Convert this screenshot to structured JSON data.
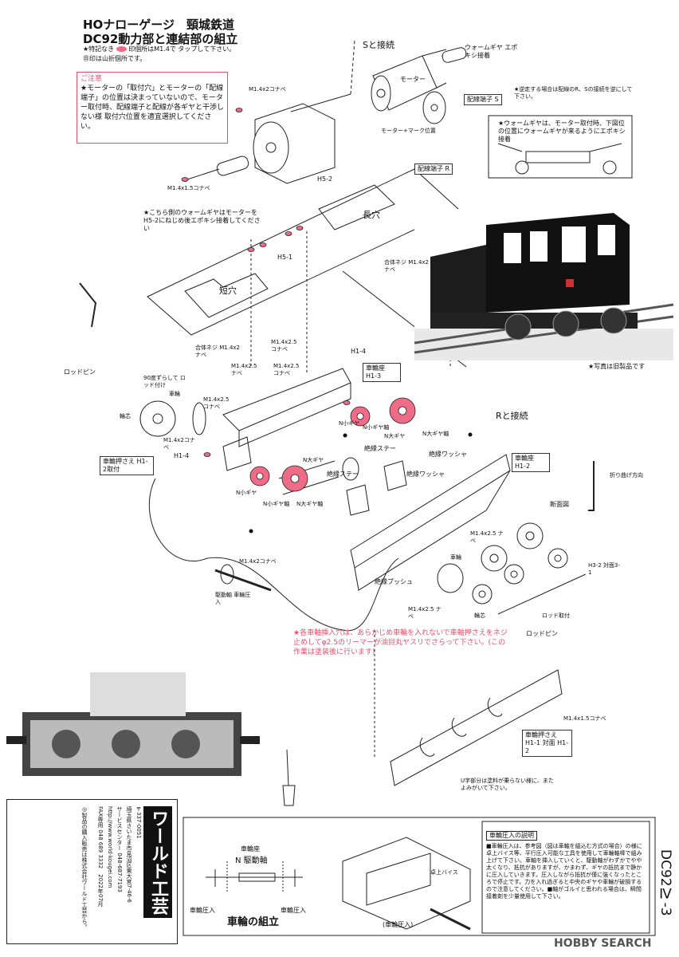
{
  "title": {
    "line1": "HOナローゲージ　頸城鉄道",
    "line2": "DC92動力部と連結部の組立"
  },
  "notes": {
    "tap_pre": "★特記なき",
    "tap_post": "印個所はM1.4で タップして下さい。",
    "yama_fold": "㊐印は山折個所です。",
    "caution_title": "ご注意",
    "caution_body": "★モーターの「取付穴」とモーターの「配線端子」の位置は決まっていないので、モーター取付時、配線端子と配線が各ギヤと干渉しない様 取付穴位置を適宜選択してください。",
    "reverse": "★逆走する場合は配線のR、Sの接続を逆にして下さい。",
    "worm_box": "★ウォームギヤは、モーター取付時、下図位の位置にウォームギヤが来るようにエポキシ接着",
    "worm_side": "★こちら側のウォームギヤはモーターをH5-2にねじめ後エポキシ接着してください",
    "photo_note": "★写真は旧製品です",
    "axle_note": "★各車軸挿入穴は、あらかじめ車輪を入れないで車軸押さえをネジ止めしてφ2.5のリーマーが油目丸ヤスリでさらって下さい。(この作業は塗装後に行います)",
    "u_note": "U字部分は塗料が乗らない様に、またよみがいて下さい。"
  },
  "labels": {
    "s_connect": "Sと接続",
    "r_connect": "Rと接続",
    "worm_gear": "ウォームギヤ エポキシ接着",
    "motor": "モーター",
    "terminal_s": "配線端子 S",
    "terminal_r": "配線端子 R",
    "motor_mark": "モーター+マーク位置",
    "m14x2": "M1.4x2コナベ",
    "m14x15": "M1.4x1.5コナベ",
    "h52": "H5-2",
    "h51": "H5-1",
    "long_hole": "長穴",
    "short_hole": "短穴",
    "combined_screw": "合体ネジ M1.4x2ナベ",
    "m14x25": "M1.4x2.5 コナベ",
    "m14x25n": "M1.4x2.5 ナベ",
    "h14": "H1-4",
    "h13": "H1-3",
    "wheel_seat_h13": "車輪座 H1-3",
    "wheel_seat_h12": "車輪座 H1-2",
    "rod_pin": "ロッドピン",
    "rotate": "90度ずらして ロッド付け",
    "wheel": "車輪",
    "boss": "輪芯",
    "wheel_holder": "車輪押さえ H1-2取付",
    "n_gear_big": "N大ギヤ",
    "n_gear_small": "N小ギヤ",
    "n_gear_small_axle": "N小ギヤ軸",
    "n_gear_big_axle": "N大ギヤ軸",
    "insul_stay": "絶縁ステー",
    "insul_washer": "絶縁ワッシャ",
    "insul_bush": "絶縁ブッシュ",
    "fold_dir": "折り曲げ方向",
    "section": "断面図",
    "h32": "H3-2 対面3-1",
    "rod_attach": "ロッド取付",
    "drive_axle": "駆動軸 車輪圧入",
    "wheel_holder_b": "車輪押さえ H1-1 対面 H1-2"
  },
  "bottom": {
    "assembly_title": "車輪の組立",
    "wheel_seat": "車輪座",
    "n_drive": "N 駆動軸",
    "press_in": "車輪圧入",
    "vise_label": "(車輪圧入)",
    "vise": "卓上バイス",
    "explain_title": "車輪圧入の説明",
    "explain_body": "■車輪圧入は、参考図（図は車軸を組込む方式の場合）の様に卓上バイス等、平行圧入可能な工具を使用して車輪軸棒で組み上げて下さい。車軸を挿入していくと、駆動軸がわずかでやや太くなり、抵抗がありますが、かまわず、ギヤの抵抗まで静かに圧入していきます。圧入しながら抵抗が僅に強くなったところで停止です。力を入れ過ぎると中央のギヤや車輪が破損するので注意してください。■軸がゴルイと思われる場合は、瞬間接着剤を少量使用して下さい。",
    "page_no": "DC92Ⅳ-3",
    "brand": "HOBBY SEARCH"
  },
  "company": {
    "name": "ワールド工芸",
    "line1": "〒337-0051",
    "line2": "埼玉県さいたま市見沼区東大宮7-46-6",
    "line3": "サービスセンター 048-687-7193",
    "line4": "http://www.world-kougei.com",
    "line5": "FAX専用 048 689 3332　2022年07月",
    "line6": "◎製品の購入販売は株式会社ワールド工芸から。"
  },
  "colors": {
    "accent": "#e5506e",
    "gear": "#ef6b86",
    "ink": "#111111"
  }
}
